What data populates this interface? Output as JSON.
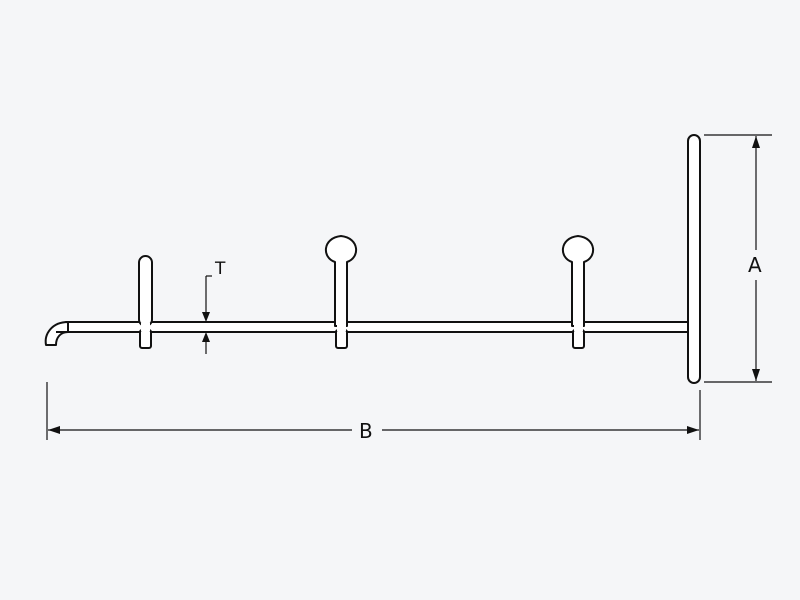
{
  "dimensions": {
    "A": "A",
    "B": "B",
    "T": "T"
  },
  "colors": {
    "background": "#f5f6f8",
    "line": "#111111",
    "fill": "#ffffff"
  }
}
